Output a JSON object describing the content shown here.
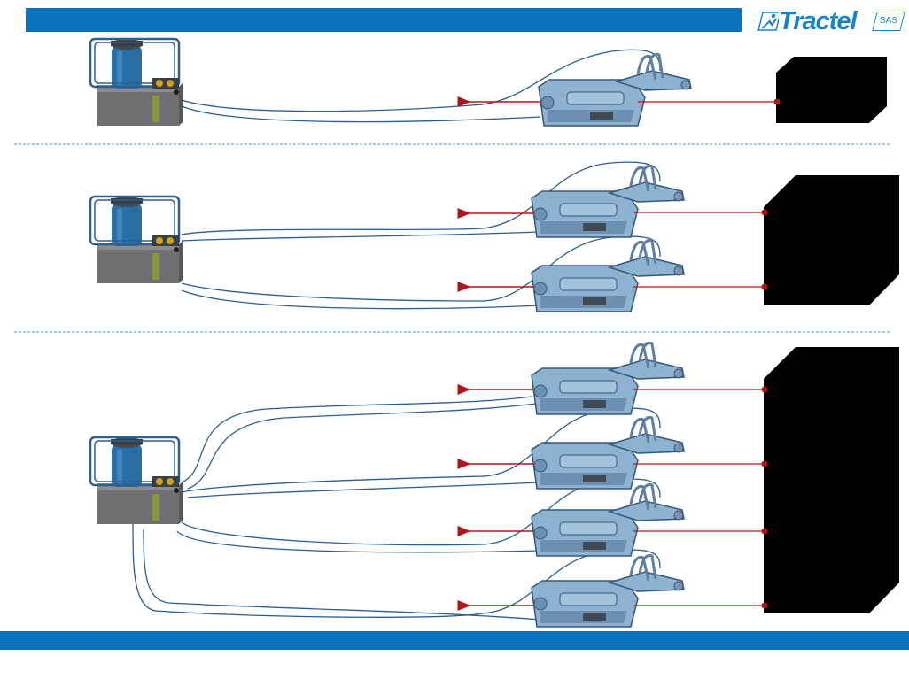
{
  "header": {
    "brand": "Tractel",
    "brand_suffix": "SAS",
    "bar_color": "#0a72bd"
  },
  "footer": {
    "bar_color": "#0a72bd"
  },
  "colors": {
    "hose": "#2a5d94",
    "force_arrow": "#b1151b",
    "divider": "#4a9ad6",
    "load": "#000000",
    "pump_base": "#6e7072",
    "pump_motor": "#2a6ea6",
    "winch": "#8fb2d0"
  },
  "configurations": [
    {
      "id": "config-1",
      "winches": 1
    },
    {
      "id": "config-2",
      "winches": 2
    },
    {
      "id": "config-3",
      "winches": 4
    }
  ]
}
